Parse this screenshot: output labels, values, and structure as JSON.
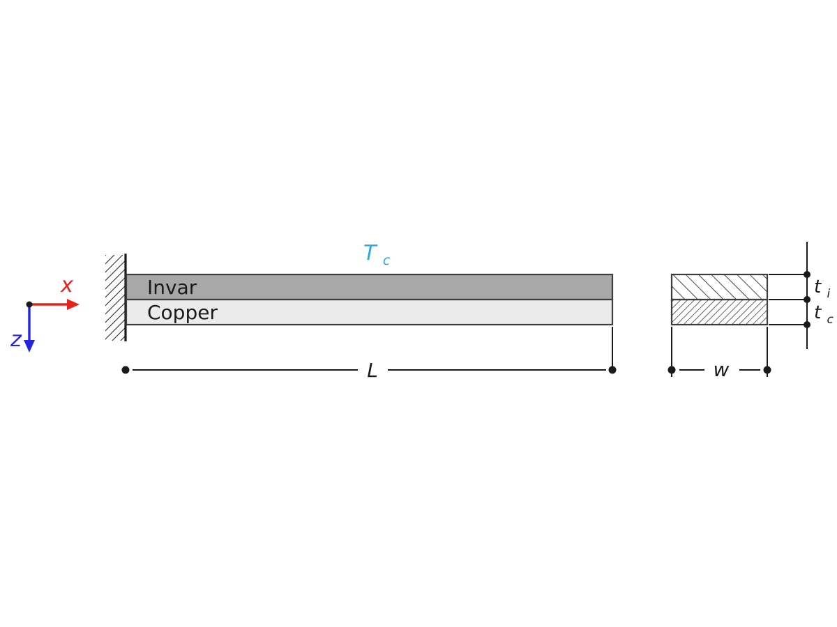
{
  "diagram": {
    "coordinate_axes": {
      "x_label": "x",
      "z_label": "z"
    },
    "beam": {
      "layer_top_label": "Invar",
      "layer_bottom_label": "Copper",
      "temperature_label": {
        "main": "T",
        "sub": "c"
      },
      "length_label": "L"
    },
    "cross_section": {
      "width_label": "w",
      "thickness_top_label": {
        "main": "t",
        "sub": "i"
      },
      "thickness_bottom_label": {
        "main": "t",
        "sub": "c"
      }
    },
    "colors": {
      "x_axis_red": "#e8211d",
      "z_axis_blue": "#2424e0",
      "temperature_cyan": "#29abe2",
      "invar_fill": "#a8a8a8",
      "copper_fill": "#ebebeb",
      "outline_gray": "#3d3d3d",
      "line_black": "#1a1a1a"
    }
  }
}
